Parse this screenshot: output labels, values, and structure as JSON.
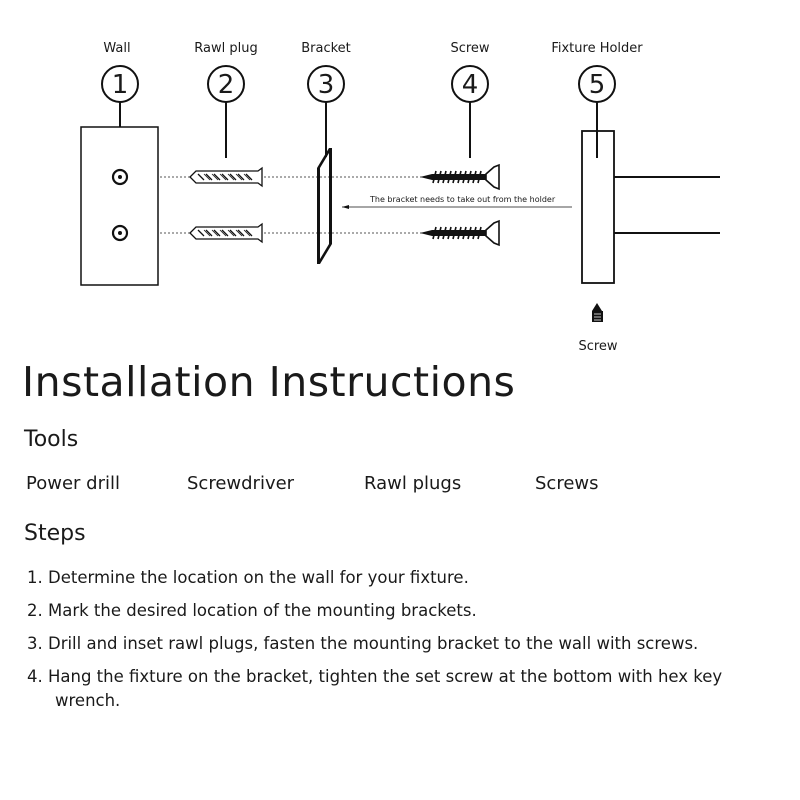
{
  "diagram": {
    "parts": [
      {
        "label": "Wall",
        "number": "1"
      },
      {
        "label": "Rawl plug",
        "number": "2"
      },
      {
        "label": "Bracket",
        "number": "3"
      },
      {
        "label": "Screw",
        "number": "4"
      },
      {
        "label": "Fixture Holder",
        "number": "5"
      }
    ],
    "note": "The bracket needs to take out from the holder",
    "set_screw_label": "Screw"
  },
  "title": "Installation Instructions",
  "tools": {
    "heading": "Tools",
    "items": [
      "Power drill",
      "Screwdriver",
      "Rawl plugs",
      "Screws"
    ]
  },
  "steps": {
    "heading": "Steps",
    "items": [
      "1. Determine the location on the wall for your fixture.",
      "2. Mark the desired location of the mounting brackets.",
      "3. Drill and inset rawl plugs, fasten the mounting bracket to the wall with screws.",
      "4. Hang the fixture on the bracket, tighten the set screw at the bottom with hex key wrench."
    ]
  }
}
